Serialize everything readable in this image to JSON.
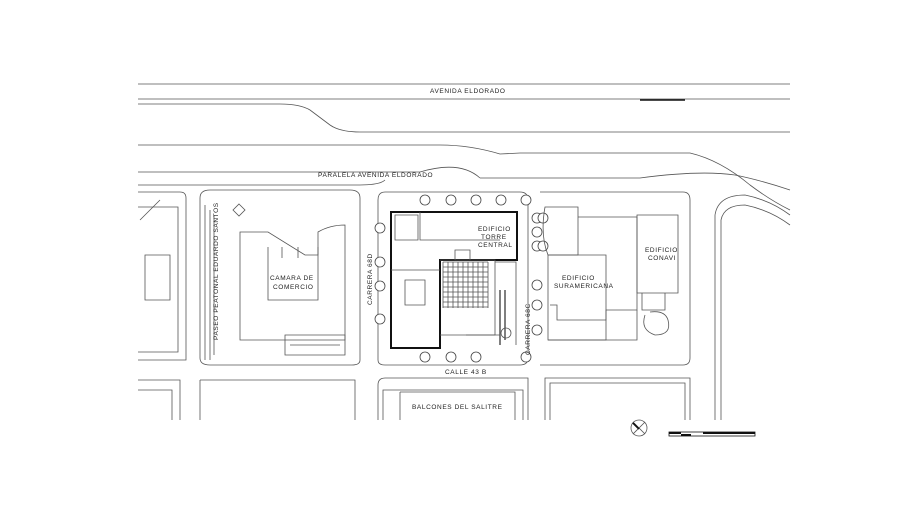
{
  "streets": {
    "avenida_eldorado": "AVENIDA ELDORADO",
    "paralela": "PARALELA AVENIDA ELDORADO",
    "paseo": "PASEO PEATONAL EDUARDO SANTOS",
    "carrera_68d": "CARRERA 68D",
    "carrera_68c": "CARRERA 68C",
    "calle_43b": "CALLE 43 B"
  },
  "buildings": {
    "camara_1": "CAMARA DE",
    "camara_2": "COMERCIO",
    "torre_1": "EDIFICIO",
    "torre_2": "TORRE",
    "torre_3": "CENTRAL",
    "sura_1": "EDIFICIO",
    "sura_2": "SURAMERICANA",
    "conavi_1": "EDIFICIO",
    "conavi_2": "CONAVI",
    "balcones": "BALCONES DEL SALITRE"
  },
  "colors": {
    "line": "#555555",
    "heavy": "#111111"
  }
}
